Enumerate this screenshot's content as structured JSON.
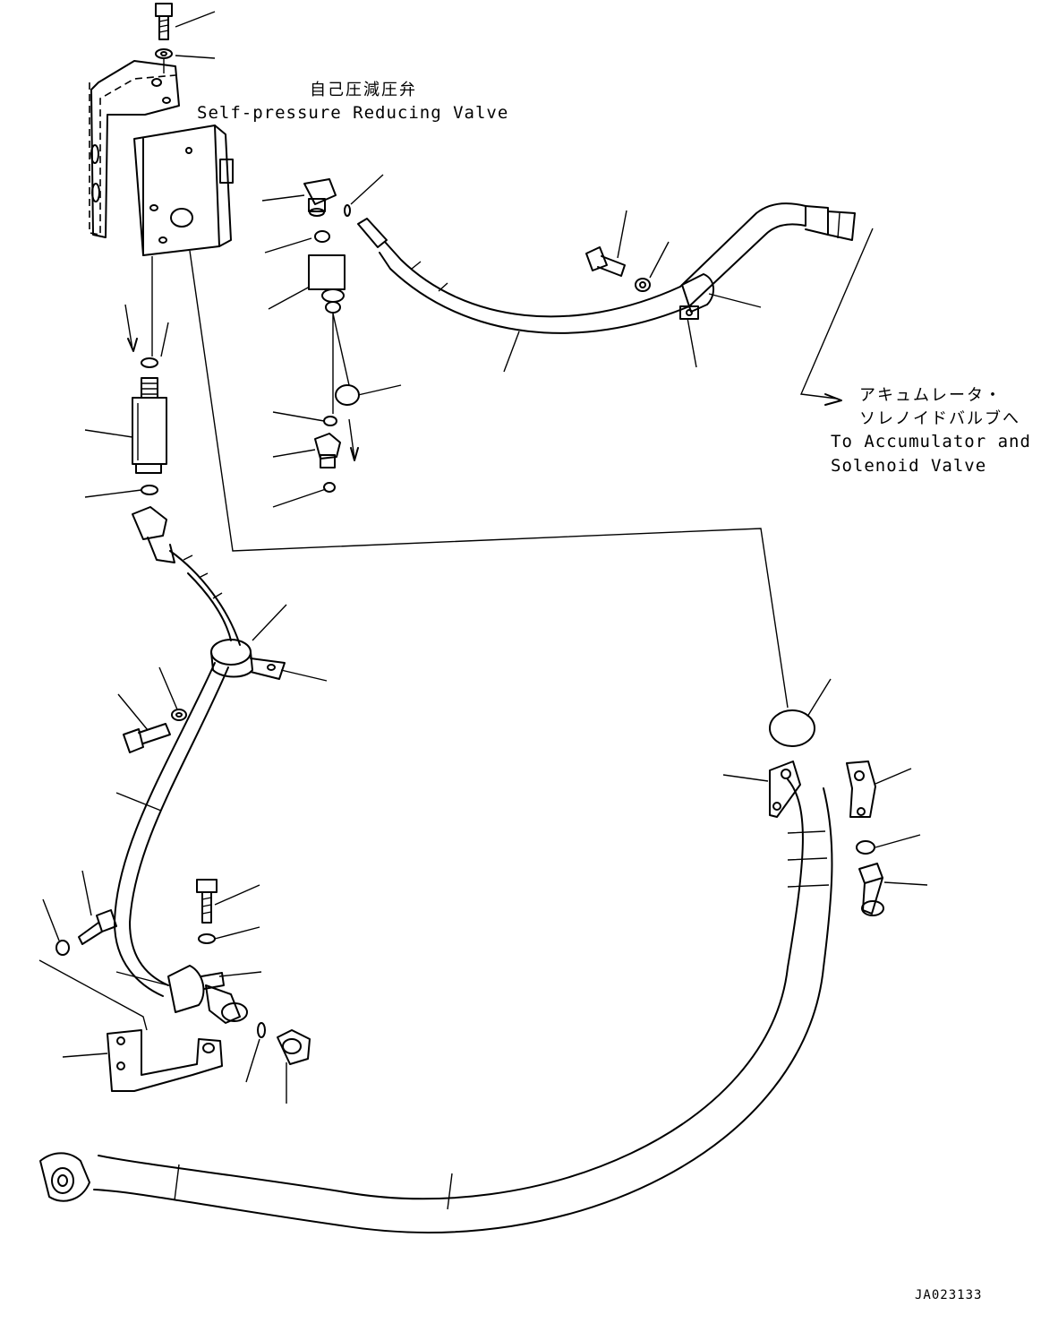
{
  "labels": {
    "valve_jp": "自己圧減圧弁",
    "valve_en": "Self-pressure Reducing Valve",
    "dest_jp_line1": "アキュムレータ・",
    "dest_jp_line2": "ソレノイドバルブへ",
    "dest_en_line1": "To Accumulator and",
    "dest_en_line2": "Solenoid Valve",
    "drawing_code": "JA023133"
  }
}
